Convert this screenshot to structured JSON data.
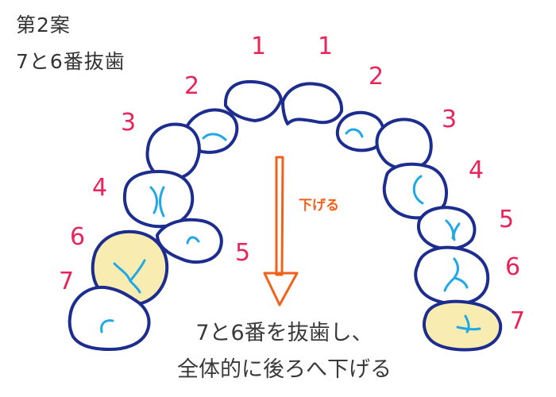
{
  "title": {
    "line1": "第2案",
    "line2": "7と6番抜歯"
  },
  "numbers": {
    "n1_left": "1",
    "n1_right": "1",
    "n2_left": "2",
    "n2_right": "2",
    "n3_left": "3",
    "n3_right": "3",
    "n4_left": "4",
    "n4_right": "4",
    "n5_left": "5",
    "n5_right": "5",
    "n6_left": "6",
    "n6_right": "6",
    "n7_left": "7",
    "n7_right": "7"
  },
  "arrow_label": "下げる",
  "caption": {
    "line1": "7と6番を抜歯し、",
    "line2": "全体的に後ろへ下げる"
  },
  "colors": {
    "outline": "#1d2d8f",
    "inner": "#1fa8e8",
    "highlight_fill": "#f8ecb0",
    "number": "#e8245a",
    "arrow": "#f2611b"
  }
}
